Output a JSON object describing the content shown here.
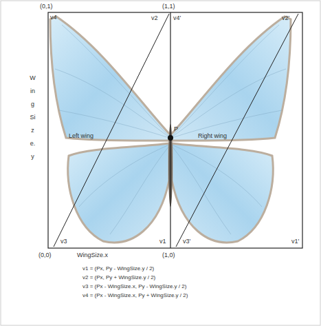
{
  "diagram": {
    "labels": [
      "(0,1)",
      "(1,1)",
      "v4",
      "v2",
      "v4'",
      "v2'",
      "WingSize.y",
      "Left wing",
      "P",
      "Right wing",
      "v3",
      "v1",
      "v3'",
      "v1'",
      "(0,0)",
      "WingSize.x",
      "(1,0)",
      "v1 = (Px, Py - WingSize.y / 2)",
      "v2 = (Px, Py + WingSize.y / 2)",
      "v3 = (Px - WingSize.x, Py - WingSize.y / 2)",
      "v4 = (Px - WingSize.x, Py + WingSize.y / 2)"
    ]
  }
}
